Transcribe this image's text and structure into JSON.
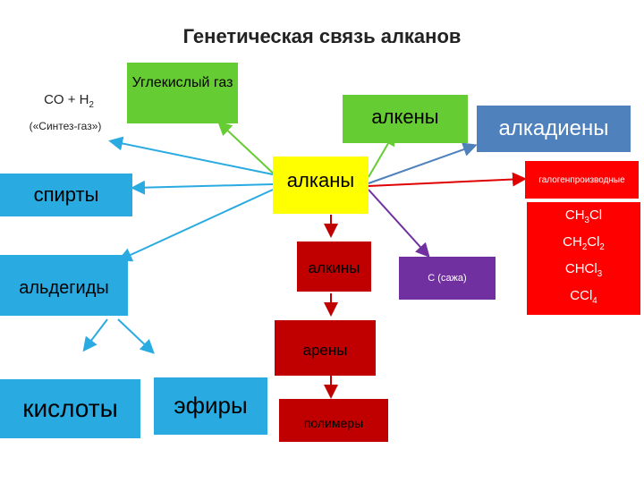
{
  "title": "Генетическая связь алканов",
  "colors": {
    "green": "#66cc33",
    "yellow": "#ffff00",
    "blue": "#2196f3",
    "sky": "#29abe2",
    "darkred": "#c00000",
    "red": "#ff0000",
    "purple": "#7030a0",
    "steel": "#4f81bd"
  },
  "nodes": {
    "syngas_formula": "CO + H",
    "syngas_formula_sub": "2",
    "syngas_note": "(«Синтез-газ»)",
    "co2": "Углекислый газ",
    "alkenes": "алкены",
    "alkadienes": "алкадиены",
    "alkanes": "алканы",
    "halogen": "галогенпроизводные",
    "alcohols": "спирты",
    "aldehydes": "альдегиды",
    "alkynes": "алкины",
    "soot": "С (сажа)",
    "arenes": "арены",
    "acids": "кислоты",
    "esters": "эфиры",
    "polymers": "полимеры"
  },
  "halo_formulas": [
    {
      "a": "CH",
      "s1": "3",
      "b": "Cl",
      "s2": ""
    },
    {
      "a": "CH",
      "s1": "2",
      "b": "Cl",
      "s2": "2"
    },
    {
      "a": "CHCl",
      "s1": "3",
      "b": "",
      "s2": ""
    },
    {
      "a": "CCl",
      "s1": "4",
      "b": "",
      "s2": ""
    }
  ]
}
